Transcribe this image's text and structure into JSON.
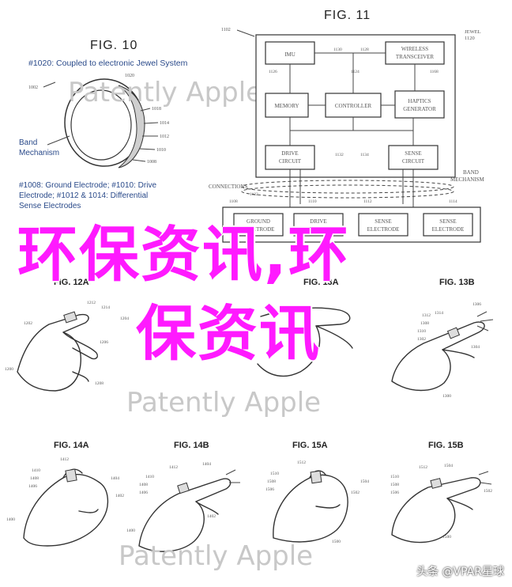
{
  "figures": {
    "fig10": {
      "title": "FIG. 10",
      "caption_top": "#1020: Coupled to electronic Jewel System",
      "band_label_1": "Band",
      "band_label_2": "Mechanism",
      "caption_bottom_1": "#1008: Ground Electrode; #1010: Drive",
      "caption_bottom_2": "Electrode; #1012 & 1014: Differential",
      "caption_bottom_3": "Sense Electrodes",
      "refs": [
        "1002",
        "1020",
        "1018",
        "1014",
        "1012",
        "1010",
        "1008"
      ],
      "watermark": "Patently Apple"
    },
    "fig11": {
      "title": "FIG. 11",
      "ref_system": "1102",
      "jewel_label": "JEWEL",
      "jewel_ref": "1120",
      "blocks": {
        "imu": "IMU",
        "wireless_1": "WIRELESS",
        "wireless_2": "TRANSCEIVER",
        "memory": "MEMORY",
        "controller": "CONTROLLER",
        "haptics_1": "HAPTICS",
        "haptics_2": "GENERATOR",
        "drive_1": "DRIVE",
        "drive_2": "CIRCUIT",
        "sense_1": "SENSE",
        "sense_2": "CIRCUIT",
        "ground_1": "GROUND",
        "ground_2": "ELECTRODE",
        "drive_e_1": "DRIVE",
        "drive_e_2": "ELECTRODE",
        "sense_e1_1": "SENSE",
        "sense_e1_2": "ELECTRODE",
        "sense_e2_1": "SENSE",
        "sense_e2_2": "ELECTRODE"
      },
      "refs": {
        "imu": "1130",
        "wireless": "1128",
        "memory": "1126",
        "controller": "1124",
        "haptics": "1168",
        "drive": "1132",
        "sense": "1134",
        "connections_ref": "1122",
        "ground": "1108",
        "drive_e": "1110",
        "sense_e1": "1112",
        "sense_e2": "1114"
      },
      "connections_label": "CONNECTIONS",
      "band_label_1": "BAND",
      "band_label_2": "MECHANISM"
    },
    "fig12a": {
      "title": "FIG. 12A",
      "refs": [
        "1212",
        "1214",
        "1202",
        "1204",
        "1206",
        "1208",
        "1200"
      ]
    },
    "fig13a": {
      "title": "FIG. 13A"
    },
    "fig13b": {
      "title": "FIG. 13B",
      "refs": [
        "1306",
        "1312",
        "1314",
        "1308",
        "1310",
        "1302",
        "1304",
        "1300"
      ]
    },
    "fig14a": {
      "title": "FIG. 14A",
      "refs": [
        "1412",
        "1410",
        "1408",
        "1406",
        "1404",
        "1402",
        "1400"
      ]
    },
    "fig14b": {
      "title": "FIG. 14B",
      "refs": [
        "1412",
        "1410",
        "1408",
        "1406",
        "1404",
        "1402",
        "1400"
      ]
    },
    "fig15a": {
      "title": "FIG. 15A",
      "refs": [
        "1512",
        "1510",
        "1508",
        "1506",
        "1504",
        "1502",
        "1500"
      ]
    },
    "fig15b": {
      "title": "FIG. 15B",
      "refs": [
        "1512",
        "1510",
        "1508",
        "1506",
        "1504",
        "1502",
        "1500"
      ]
    },
    "watermark_bottom": "Patently Apple"
  },
  "overlay": {
    "line1": "环保资讯,环",
    "line2": "保资讯",
    "color": "#ff1aff"
  },
  "credit": "头条 @VPAR星球"
}
